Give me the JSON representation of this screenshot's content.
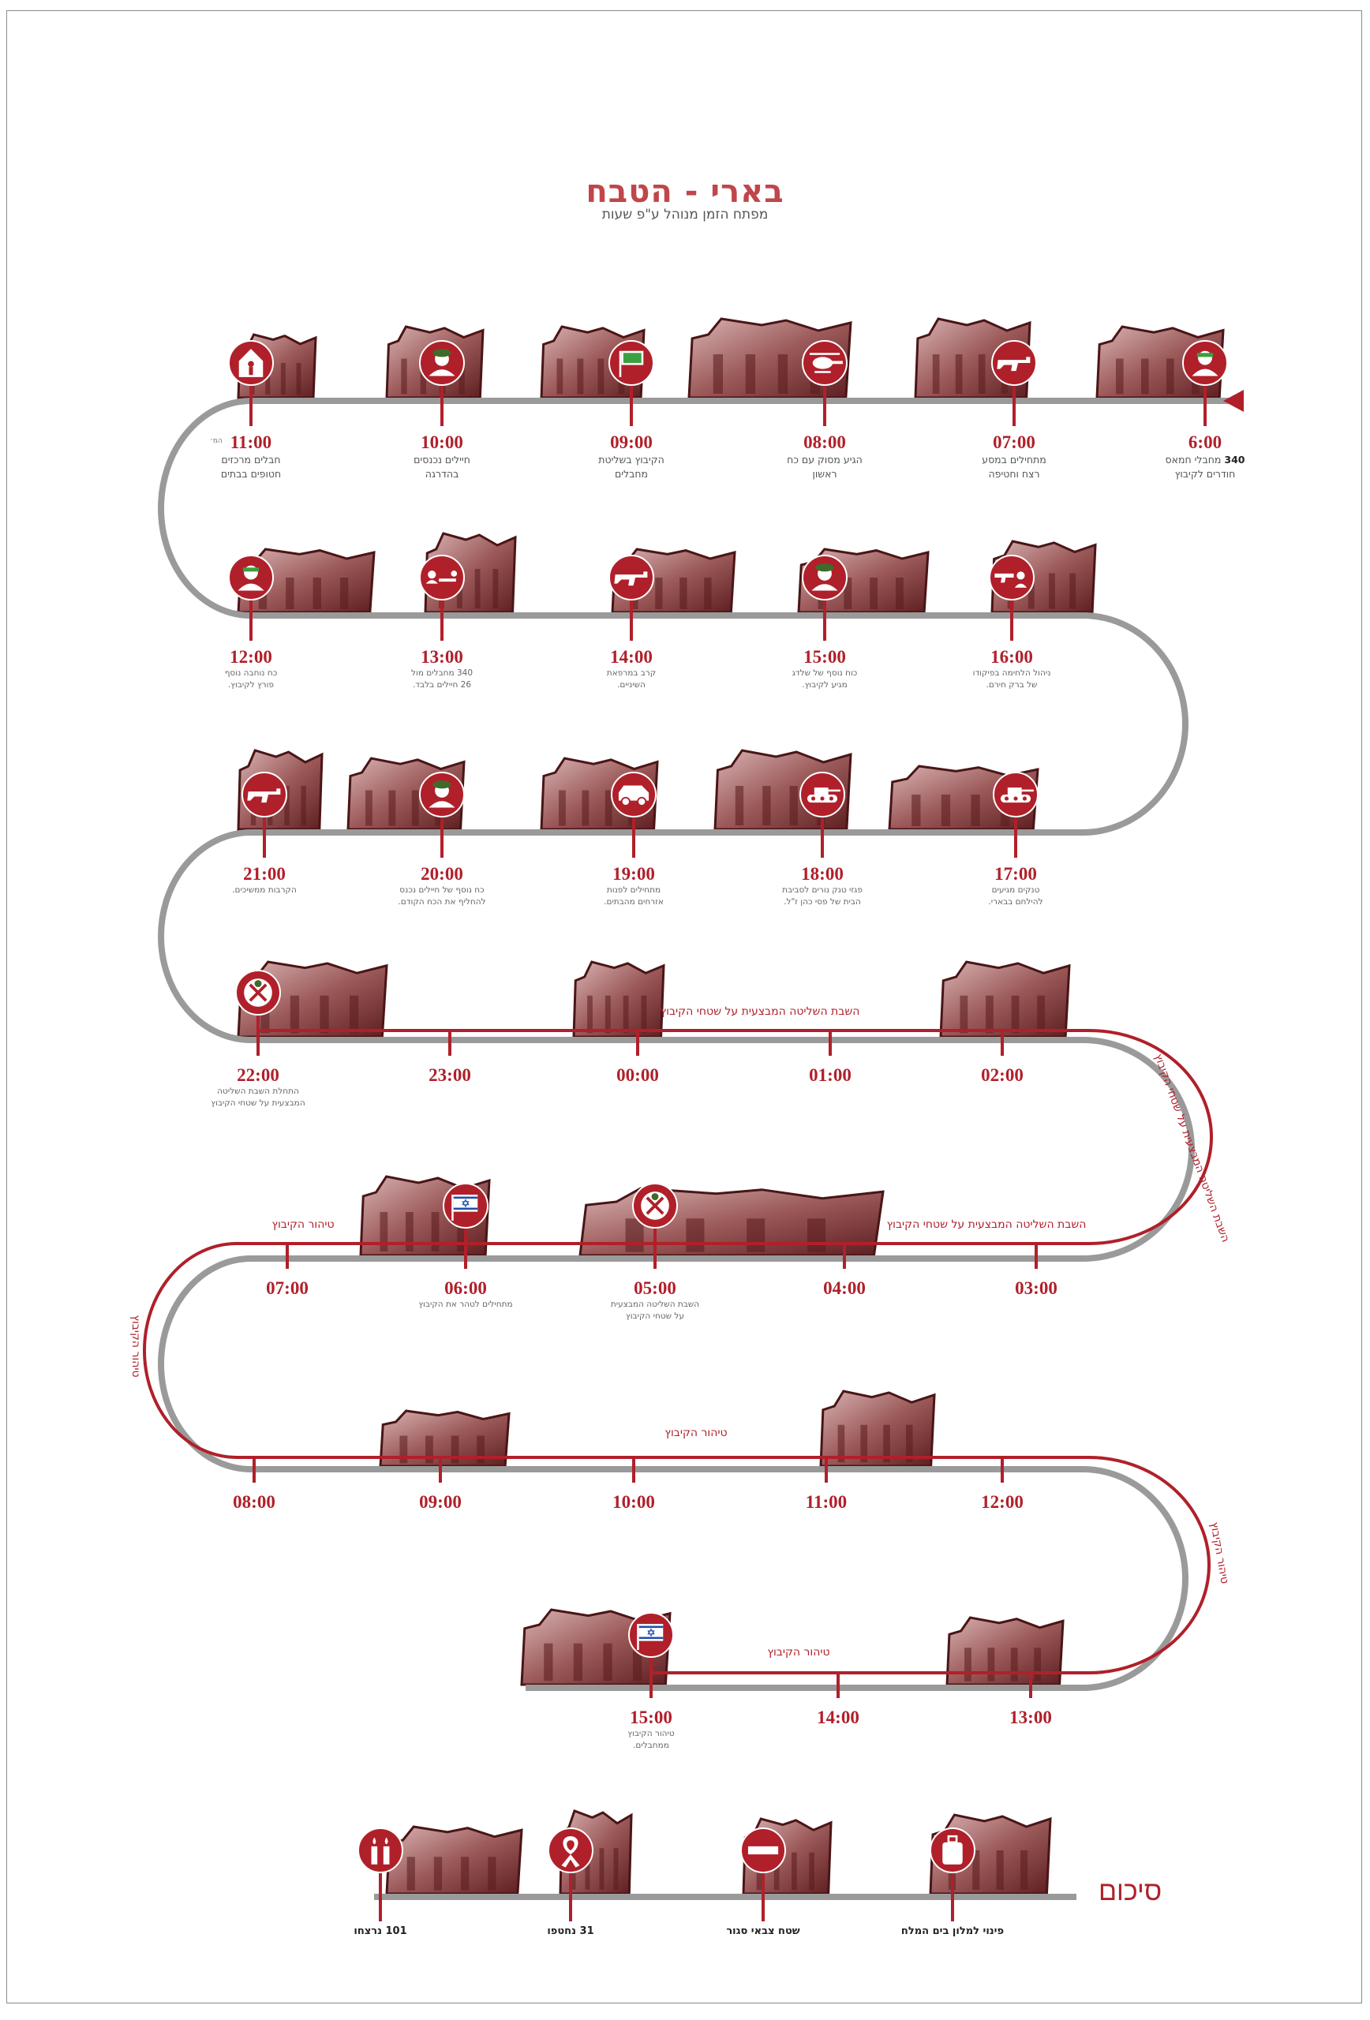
{
  "header": {
    "title": "בארי - הטבח",
    "subtitle": "מפתח הזמן מנוהל ע\"פ שעות"
  },
  "colors": {
    "accent": "#b0202a",
    "track": "#9a9a9a",
    "photo_dark": "#6e2628",
    "photo_light": "#d9b3b3"
  },
  "rows": [
    {
      "events": [
        {
          "time": "6:00",
          "desc_bold": "340",
          "desc": [
            "מחבלי חמאס",
            "חודרים לקיבוץ"
          ],
          "icon": "terrorist-icon"
        },
        {
          "time": "07:00",
          "desc": [
            "מתחילים במסע",
            "רצח וחטיפה"
          ],
          "icon": "rifle-icon"
        },
        {
          "time": "08:00",
          "desc": [
            "הגיע מסוק עם כח",
            "ראשון"
          ],
          "icon": "helicopter-icon"
        },
        {
          "time": "09:00",
          "desc": [
            "הקיבוץ בשליטת",
            "מחבלים"
          ],
          "icon": "hamas-flag-icon"
        },
        {
          "time": "10:00",
          "desc": [
            "חיילים נכנסים",
            "בהדרגה"
          ],
          "icon": "soldier-icon"
        },
        {
          "time": "11:00",
          "note": "המ׳",
          "desc": [
            "חבלים מרכזים",
            "חטופים בבתים"
          ],
          "icon": "house-hostage-icon"
        }
      ]
    },
    {
      "events": [
        {
          "time": "16:00",
          "desc": [
            "ניהול הלחימה בפיקודו",
            "של ברק חירם."
          ],
          "icon": "rifle-soldiers-icon"
        },
        {
          "time": "15:00",
          "desc": [
            "כוח נוסף של שלדג",
            "מגיע לקיבוץ."
          ],
          "icon": "soldier-icon"
        },
        {
          "time": "14:00",
          "desc": [
            "קרב במרפאת",
            "השיניים."
          ],
          "icon": "rifle-icon"
        },
        {
          "time": "13:00",
          "desc": [
            "340 מחבלים מול",
            "26 חיילים בלבד."
          ],
          "icon": "soldiers-vs-rifle-icon"
        },
        {
          "time": "12:00",
          "desc": [
            "כח נוחבה נוסף",
            "פורץ לקיבוץ."
          ],
          "icon": "terrorist-icon"
        }
      ]
    },
    {
      "events": [
        {
          "time": "17:00",
          "desc": [
            "טנקים מגיעים",
            "להילחם בבארי."
          ],
          "icon": "tank-icon"
        },
        {
          "time": "18:00",
          "desc": [
            "פגזי טנק נורים לסביבת",
            "הבית של פסי כהן ז\"ל."
          ],
          "icon": "tank-icon"
        },
        {
          "time": "19:00",
          "desc": [
            "מתחילים לפנות",
            "אזרחים מהבתים."
          ],
          "icon": "jeep-icon"
        },
        {
          "time": "20:00",
          "desc": [
            "כח נוסף של חיילים נכנס",
            "להחליף את הכח הקודם."
          ],
          "icon": "soldier-icon"
        },
        {
          "time": "21:00",
          "desc": [
            "הקרבות ממשיכים."
          ],
          "icon": "rifle-icon"
        }
      ]
    },
    {
      "events": [
        {
          "time": "02:00",
          "desc": []
        },
        {
          "time": "01:00",
          "desc": []
        },
        {
          "time": "00:00",
          "desc": []
        },
        {
          "time": "23:00",
          "desc": []
        },
        {
          "time": "22:00",
          "desc": [
            "התחלת השבת השליטה",
            "המבצעית על שטחי הקיבוץ"
          ],
          "icon": "military-control-icon"
        }
      ]
    },
    {
      "events": [
        {
          "time": "03:00",
          "desc": []
        },
        {
          "time": "04:00",
          "desc": []
        },
        {
          "time": "05:00",
          "desc": [
            "השבת השליטה המבצעית",
            "על שטחי הקיבוץ"
          ],
          "icon": "military-control-icon"
        },
        {
          "time": "06:00",
          "desc": [
            "מתחילים לטהר את הקיבוץ"
          ],
          "icon": "israel-flag-icon"
        },
        {
          "time": "07:00",
          "desc": []
        }
      ]
    },
    {
      "events": [
        {
          "time": "12:00",
          "desc": []
        },
        {
          "time": "11:00",
          "desc": []
        },
        {
          "time": "10:00",
          "desc": []
        },
        {
          "time": "09:00",
          "desc": []
        },
        {
          "time": "08:00",
          "desc": []
        }
      ]
    },
    {
      "events": [
        {
          "time": "13:00",
          "desc": []
        },
        {
          "time": "14:00",
          "desc": []
        },
        {
          "time": "15:00",
          "desc": [
            "טיהור הקיבוץ",
            "ממחבלים."
          ],
          "icon": "israel-flag-icon"
        }
      ]
    }
  ],
  "banners": {
    "control_row4": "השבת השליטה המבצעית על שטחי הקיבוץ",
    "control_curve": "השבת השליטה המבצעית על שטחי הקיבוץ",
    "control_row5": "השבת השליטה המבצעית על שטחי הקיבוץ",
    "cleanup_row5": "טיהור הקיבוץ",
    "cleanup_curve_left": "טיהור הקיבוץ",
    "cleanup_row6": "טיהור הקיבוץ",
    "cleanup_curve_right": "טיהור הקיבוץ",
    "cleanup_row7": "טיהור הקיבוץ"
  },
  "summary": {
    "title": "סיכום",
    "items": [
      {
        "label": "פינוי למלון בים המלח",
        "icon": "suitcase-icon"
      },
      {
        "label": "שטח צבאי סגור",
        "icon": "no-entry-icon"
      },
      {
        "label": "31 נחטפו",
        "icon": "ribbon-icon"
      },
      {
        "label": "101 נרצחו",
        "icon": "candles-icon"
      }
    ]
  }
}
